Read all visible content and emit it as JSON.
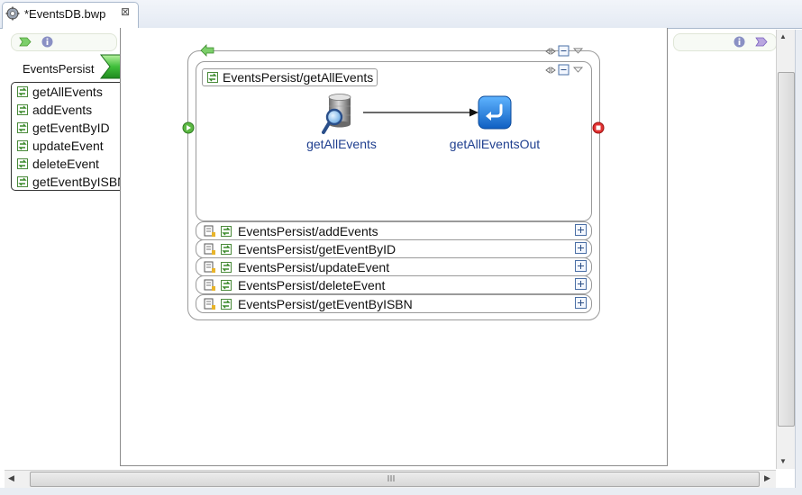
{
  "editor": {
    "tab_title": "*EventsDB.bwp",
    "tab_close_glyph": "⊠"
  },
  "process": {
    "name": "EventsPersist",
    "operations": [
      {
        "label": "getAllEvents"
      },
      {
        "label": "addEvents"
      },
      {
        "label": "getEventByID"
      },
      {
        "label": "updateEvent"
      },
      {
        "label": "deleteEvent"
      },
      {
        "label": "getEventByISBN"
      }
    ]
  },
  "canvas": {
    "main_scope": {
      "title": "EventsPersist/getAllEvents",
      "activities": [
        {
          "label": "getAllEvents",
          "icon": "database-search-icon"
        },
        {
          "label": "getAllEventsOut",
          "icon": "reply-icon"
        }
      ]
    },
    "collapsed_scopes": [
      {
        "label": "EventsPersist/addEvents"
      },
      {
        "label": "EventsPersist/getEventByID"
      },
      {
        "label": "EventsPersist/updateEvent"
      },
      {
        "label": "EventsPersist/deleteEvent"
      },
      {
        "label": "EventsPersist/getEventByISBN"
      }
    ]
  },
  "colors": {
    "activity_label": "#1f3f8f",
    "start_event": "#4a9a32",
    "end_event": "#d62020",
    "reply_icon": "#1a78d8",
    "operation_status_dot": "#8fd07c"
  }
}
